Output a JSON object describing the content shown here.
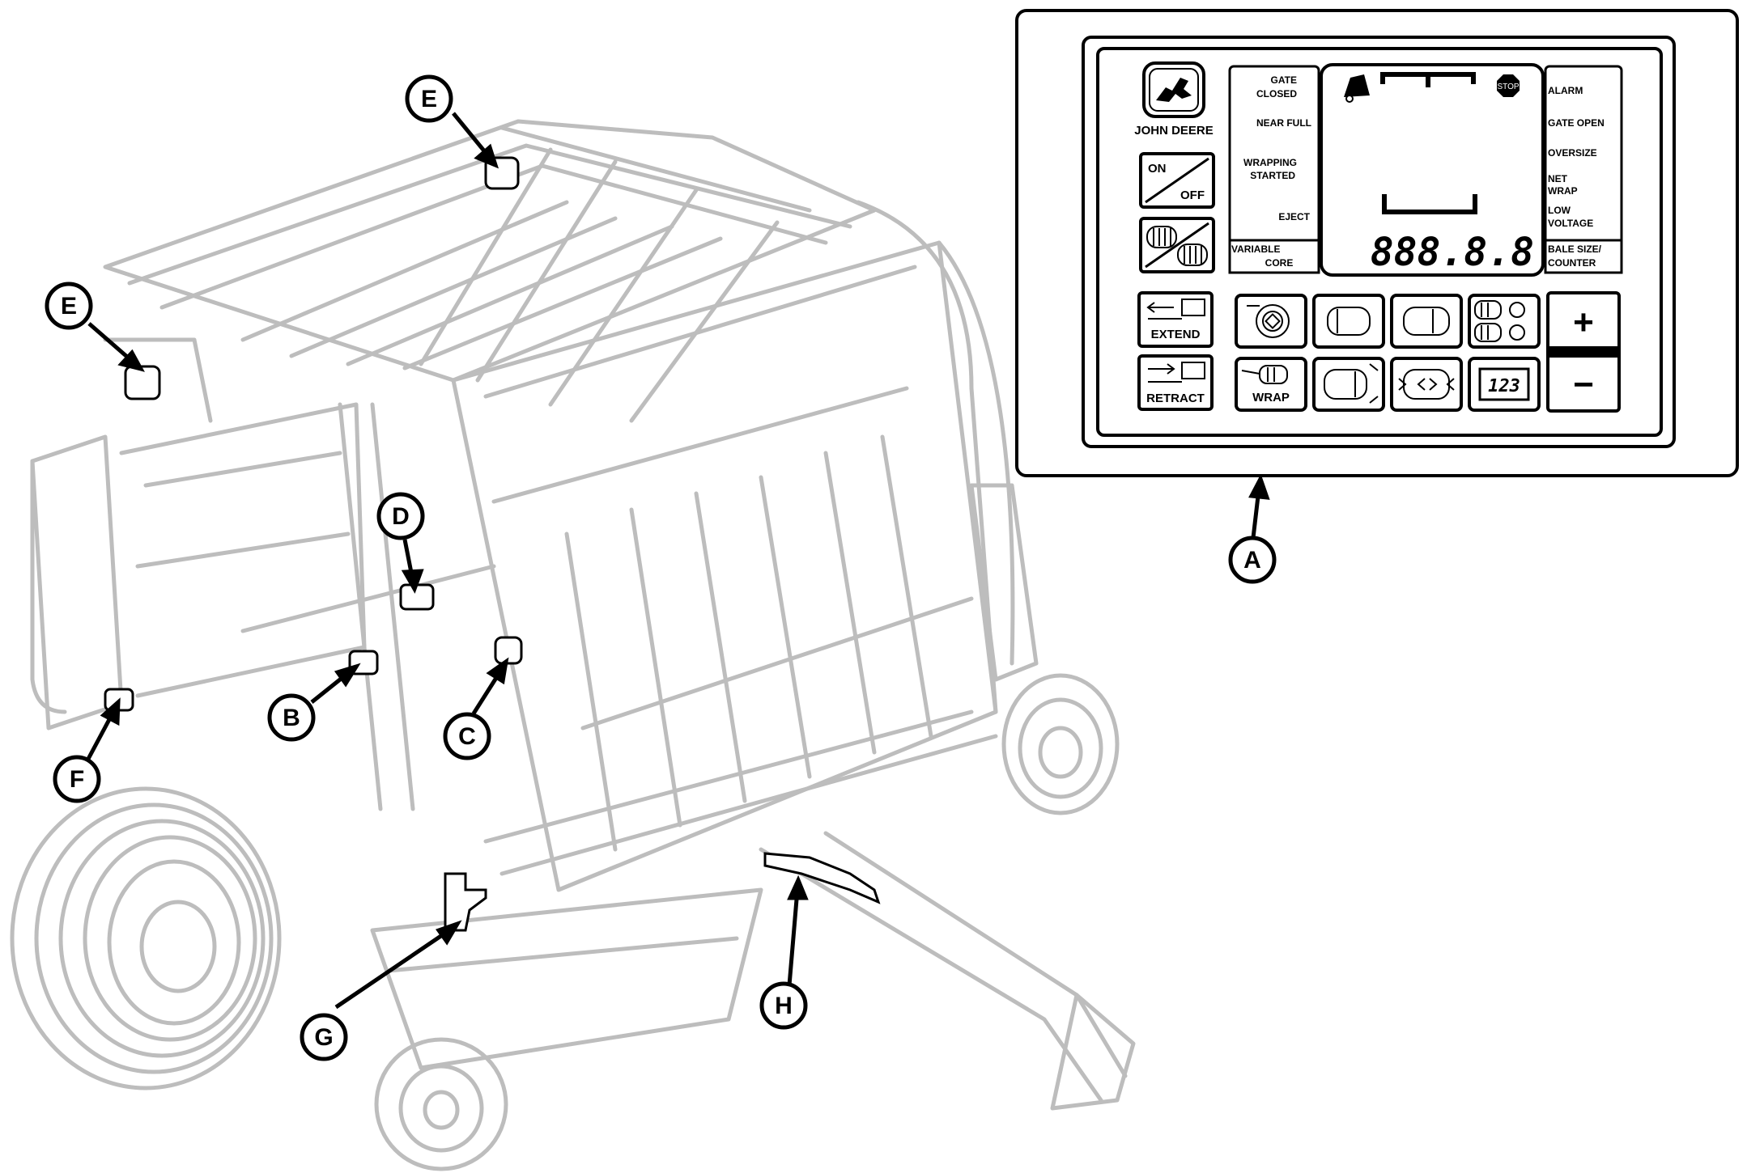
{
  "callouts": [
    "A",
    "B",
    "C",
    "D",
    "E",
    "E",
    "F",
    "G",
    "H"
  ],
  "brand": {
    "name": "JOHN DEERE",
    "logo_icon": "deer-logo-icon"
  },
  "left_indicators": {
    "gate_closed": "GATE CLOSED",
    "near_full": "NEAR FULL",
    "wrapping_started": "WRAPPING STARTED",
    "eject": "EJECT",
    "variable_core": "VARIABLE CORE"
  },
  "right_indicators": {
    "alarm": "ALARM",
    "gate_open": "GATE OPEN",
    "oversize": "OVERSIZE",
    "net_wrap": "NET WRAP",
    "low_voltage": "LOW VOLTAGE",
    "bale_size_counter": "BALE SIZE/ COUNTER"
  },
  "display": {
    "readout": "888.8.8",
    "stop_icon_text": "STOP"
  },
  "buttons": {
    "on": "ON",
    "off": "OFF",
    "extend": "EXTEND",
    "retract": "RETRACT",
    "wrap": "WRAP",
    "counter": "123",
    "plus": "+",
    "minus": "−"
  },
  "colors": {
    "machine_line": "#bdbdbd",
    "ink": "#000000",
    "panel_bg": "#ffffff"
  }
}
